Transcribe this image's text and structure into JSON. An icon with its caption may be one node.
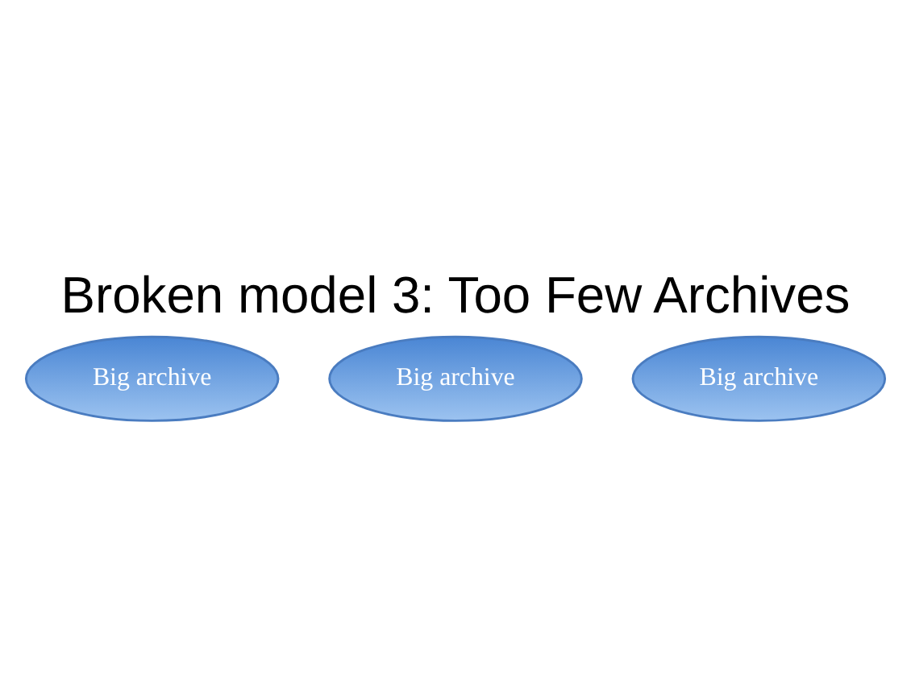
{
  "diagram": {
    "title": "Broken model 3: Too Few Archives",
    "nodes": [
      {
        "text": [
          "Big archive"
        ]
      },
      {
        "text": [
          "Big archive"
        ]
      },
      {
        "text": [
          "Big archive"
        ]
      }
    ]
  }
}
